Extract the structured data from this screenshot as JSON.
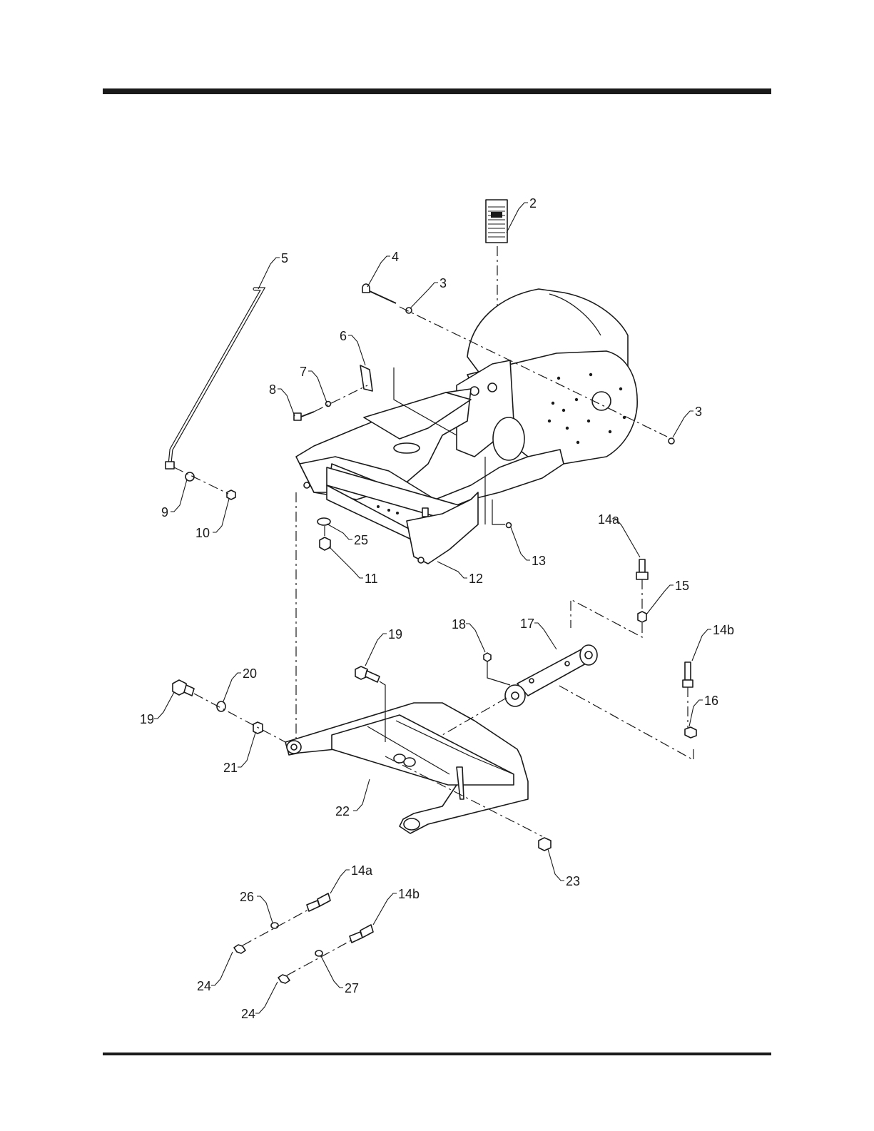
{
  "callouts": [
    {
      "id": "c2",
      "text": "2"
    },
    {
      "id": "c3a",
      "text": "3"
    },
    {
      "id": "c3b",
      "text": "3"
    },
    {
      "id": "c4",
      "text": "4"
    },
    {
      "id": "c5",
      "text": "5"
    },
    {
      "id": "c6",
      "text": "6"
    },
    {
      "id": "c7",
      "text": "7"
    },
    {
      "id": "c8",
      "text": "8"
    },
    {
      "id": "c9",
      "text": "9"
    },
    {
      "id": "c10",
      "text": "10"
    },
    {
      "id": "c11",
      "text": "11"
    },
    {
      "id": "c12",
      "text": "12"
    },
    {
      "id": "c13",
      "text": "13"
    },
    {
      "id": "c14a_top",
      "text": "14a"
    },
    {
      "id": "c15",
      "text": "15"
    },
    {
      "id": "c14b_top",
      "text": "14b"
    },
    {
      "id": "c16",
      "text": "16"
    },
    {
      "id": "c17",
      "text": "17"
    },
    {
      "id": "c18",
      "text": "18"
    },
    {
      "id": "c19a",
      "text": "19"
    },
    {
      "id": "c19b",
      "text": "19"
    },
    {
      "id": "c20",
      "text": "20"
    },
    {
      "id": "c21",
      "text": "21"
    },
    {
      "id": "c22",
      "text": "22"
    },
    {
      "id": "c23",
      "text": "23"
    },
    {
      "id": "c25",
      "text": "25"
    },
    {
      "id": "c14a_bot",
      "text": "14a"
    },
    {
      "id": "c14b_bot",
      "text": "14b"
    },
    {
      "id": "c26",
      "text": "26"
    },
    {
      "id": "c24a",
      "text": "24"
    },
    {
      "id": "c24b",
      "text": "24"
    },
    {
      "id": "c27",
      "text": "27"
    }
  ]
}
